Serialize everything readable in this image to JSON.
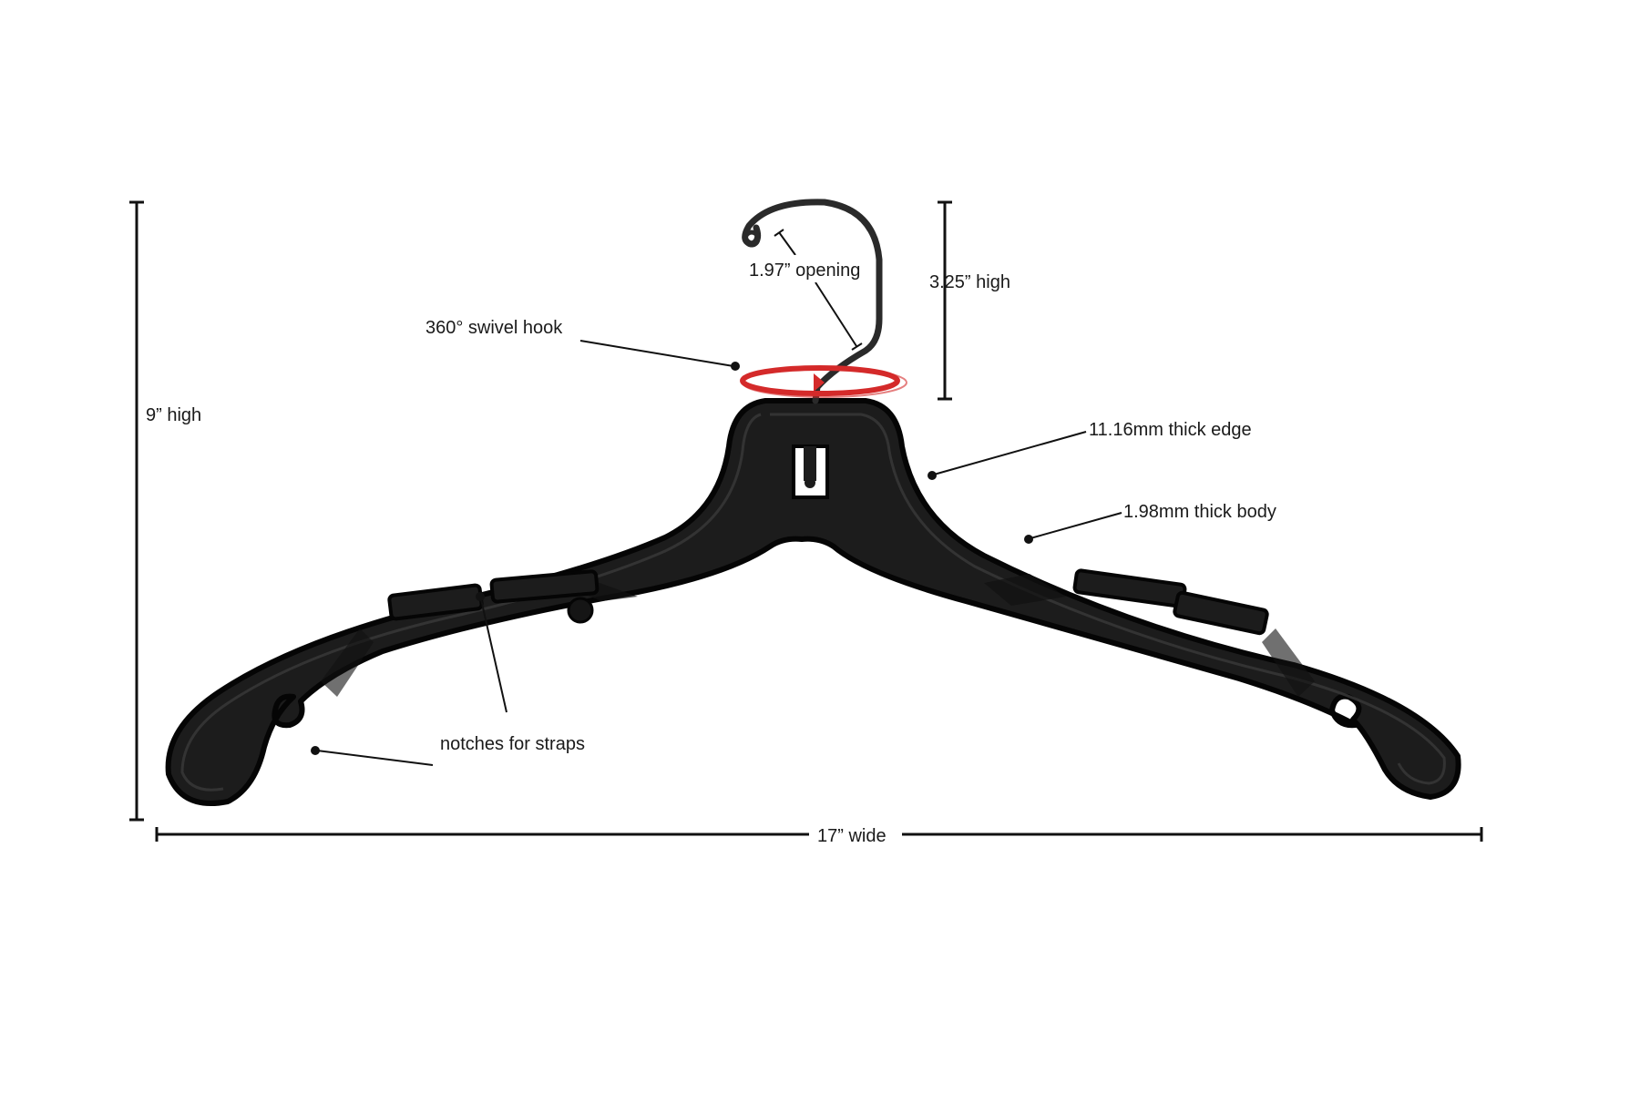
{
  "product": "plastic hanger with swivel hook",
  "colors": {
    "hanger_body": "#1c1c1c",
    "hanger_edge": "#050505",
    "hook": "#2a2a2a",
    "swivel_arrow": "#d42a2a",
    "annotation": "#111111",
    "background": "#ffffff"
  },
  "dimensions": {
    "height_overall": "9” high",
    "width_overall": "17” wide",
    "hook_height": "3.25” high",
    "hook_opening": "1.97” opening"
  },
  "callouts": {
    "swivel": "360° swivel hook",
    "edge": "11.16mm thick edge",
    "body": "1.98mm thick body",
    "notches": "notches for straps"
  },
  "icons": [
    "swivel-rotation-arrow-icon"
  ]
}
